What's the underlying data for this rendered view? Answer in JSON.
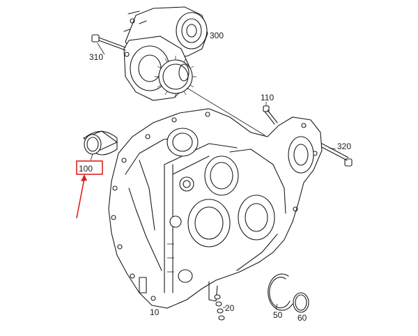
{
  "callouts": {
    "c10": "10",
    "c20": "20",
    "c50": "50",
    "c60": "60",
    "c100": "100",
    "c110": "110",
    "c300": "300",
    "c310": "310",
    "c320": "320"
  },
  "highlight": {
    "label": "100",
    "box_color": "#e0201a",
    "arrow_color": "#e0201a"
  }
}
